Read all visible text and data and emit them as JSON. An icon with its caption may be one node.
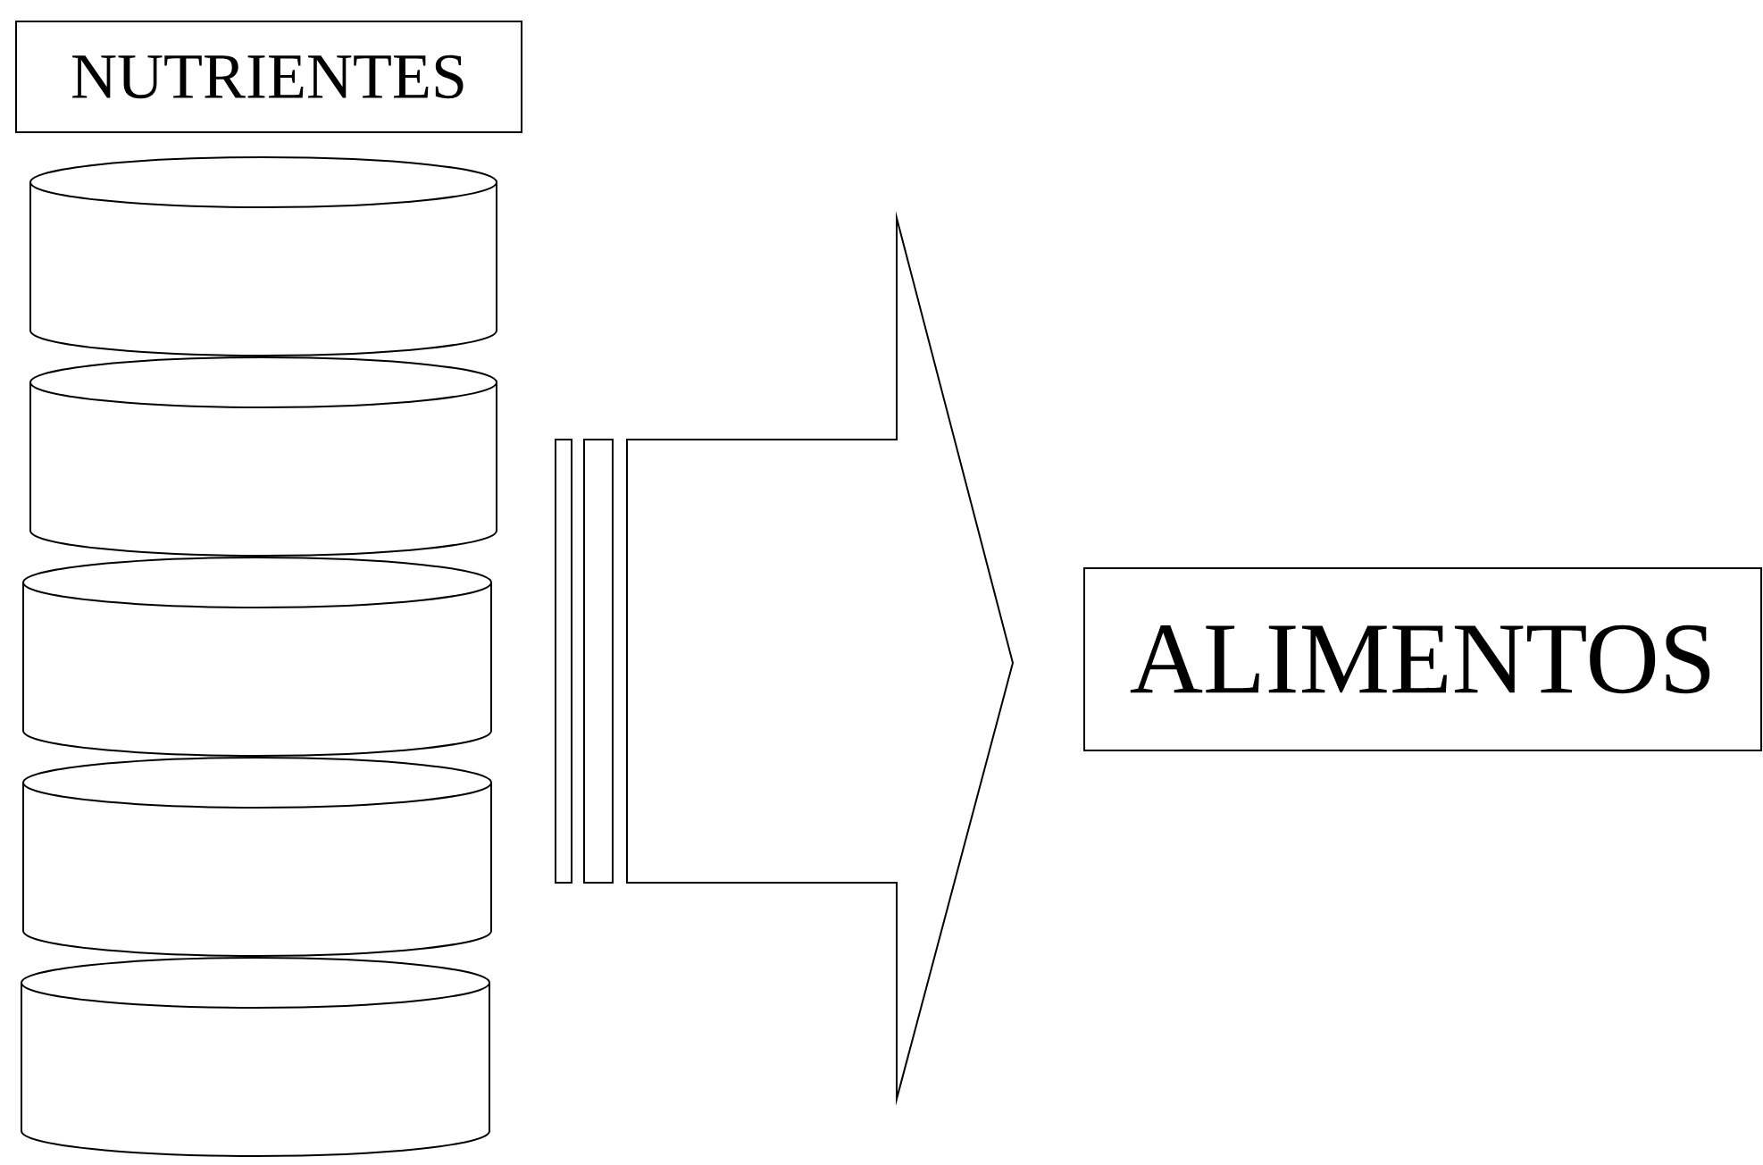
{
  "diagram": {
    "nodes": [
      {
        "text": [
          "NUTRIENTES"
        ]
      },
      {
        "text": [],
        "shape": "cylinder"
      },
      {
        "text": [],
        "shape": "cylinder"
      },
      {
        "text": [],
        "shape": "cylinder"
      },
      {
        "text": [],
        "shape": "cylinder"
      },
      {
        "text": [],
        "shape": "cylinder"
      },
      {
        "text": [],
        "shape": "arrow"
      },
      {
        "text": [
          "ALIMENTOS"
        ]
      }
    ]
  }
}
